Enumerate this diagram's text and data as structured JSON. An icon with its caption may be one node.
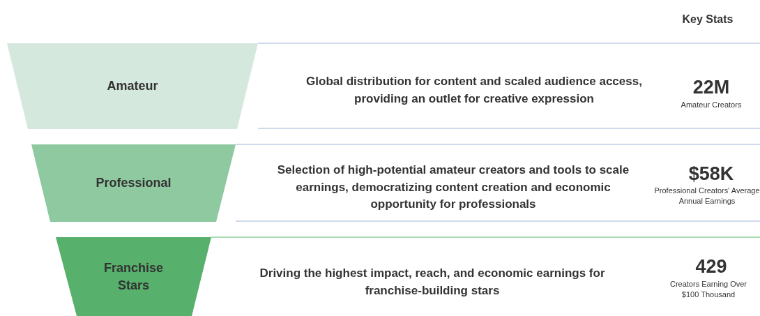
{
  "diagram": {
    "nodes": [
      {
        "text": [
          "Amateur"
        ]
      },
      {
        "text": [
          "Professional"
        ]
      },
      {
        "text": [
          "Franchise Stars"
        ]
      }
    ],
    "edges": [],
    "labels": [
      "Key Stats",
      "Global distribution for content and scaled audience access, providing an outlet for creative expression",
      "22M",
      "Amateur Creators",
      "Selection of high-potential amateur creators and tools to scale earnings, democratizing content creation and economic opportunity for professionals",
      "$58K",
      "Professional Creators' Average Annual Earnings",
      "Driving the highest impact, reach, and economic earnings for franchise-building stars",
      "429",
      "Creators Earning Over $100 Thousand"
    ]
  }
}
